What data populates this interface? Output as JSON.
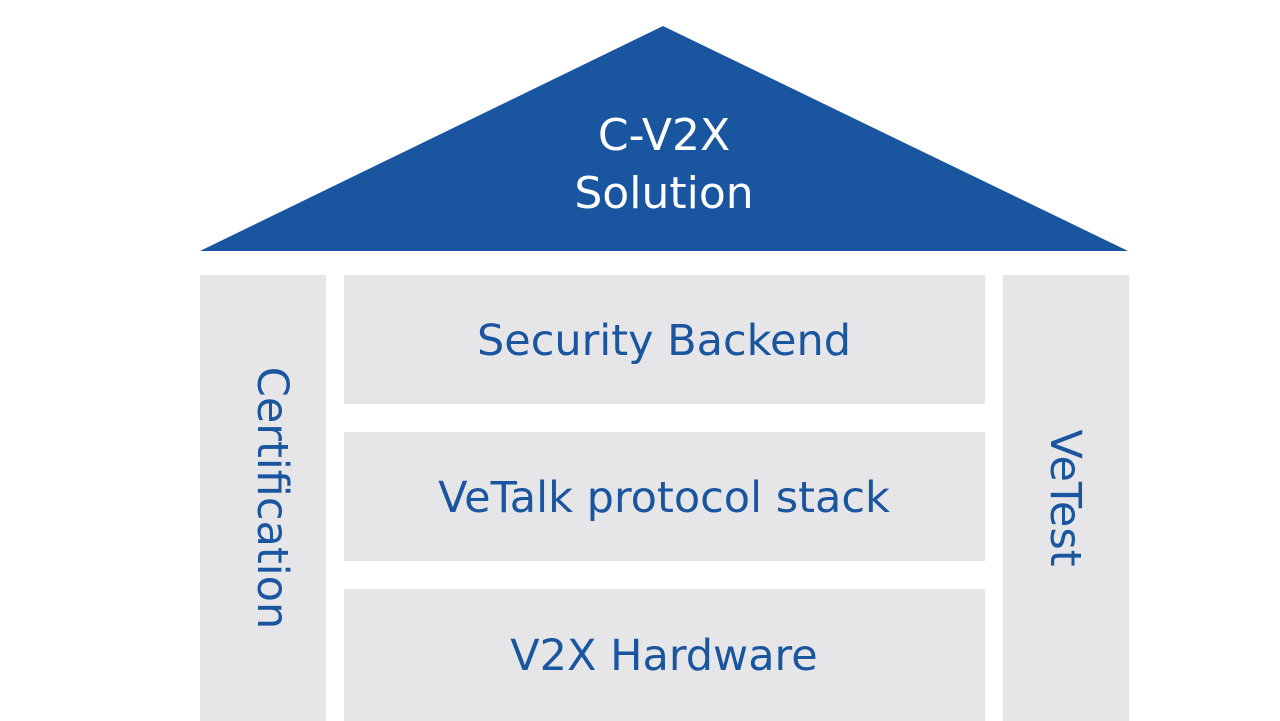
{
  "colors": {
    "primary_blue": "#1a55a0",
    "block_grey": "#e6e6e8",
    "background": "#ffffff",
    "roof_text": "#ffffff"
  },
  "roof": {
    "line1": "C-V2X",
    "line2": "Solution"
  },
  "left_pillar": {
    "label": "Certification"
  },
  "right_pillar": {
    "label": "VeTest"
  },
  "layers": [
    {
      "label": "Security Backend"
    },
    {
      "label": "VeTalk protocol stack"
    },
    {
      "label": "V2X Hardware"
    }
  ]
}
